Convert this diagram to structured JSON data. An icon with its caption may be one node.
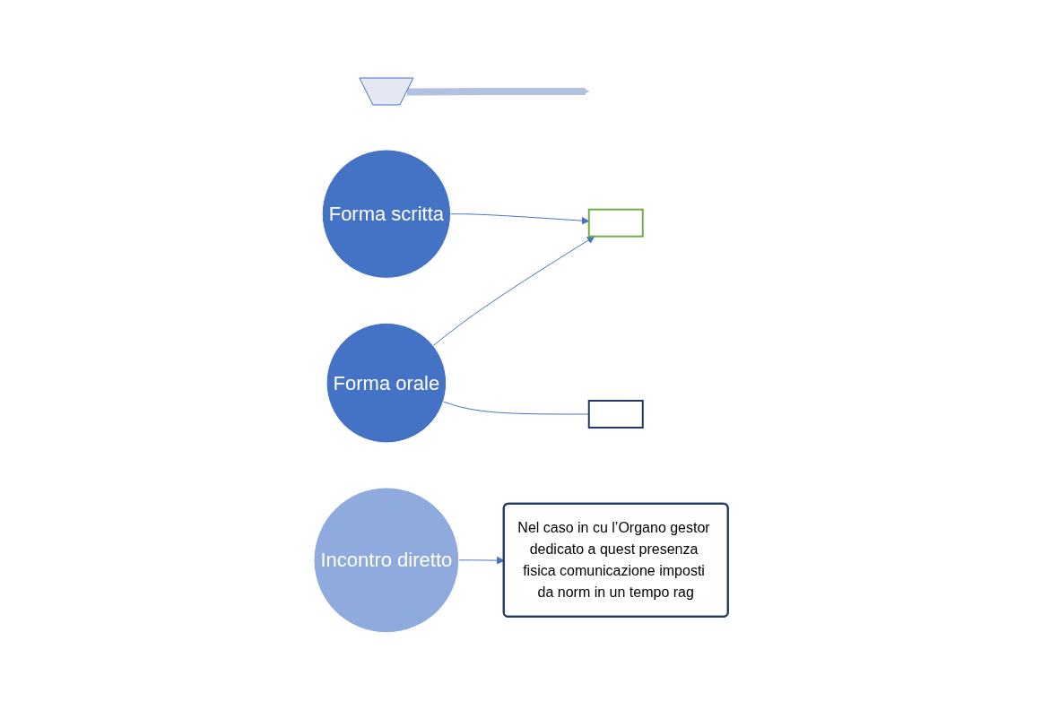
{
  "diagram": {
    "nodes": [
      {
        "text": [],
        "shape": "box"
      },
      {
        "text": [],
        "shape": "funnel"
      },
      {
        "text": [
          "Forma scritta"
        ]
      },
      {
        "text": [
          "Forma orale"
        ]
      },
      {
        "text": [
          "Incontro diretto"
        ]
      },
      {
        "text": [],
        "shape": "box"
      },
      {
        "text": [
          "Nel caso in cu l’Organo gestor dedicato a quest presenza fisica comunicazione imposti da norm in un tempo rag"
        ]
      }
    ],
    "edges": [
      {
        "from": 3,
        "to": 0,
        "arrow": "to"
      },
      {
        "from": 2,
        "to": 0,
        "arrow": "to"
      },
      {
        "from": 3,
        "to": 5,
        "arrow": "none"
      },
      {
        "from": 4,
        "to": 6,
        "arrow": "to"
      },
      {
        "from": 1,
        "to": null,
        "arrow": "to",
        "style": "thick",
        "color": "#b4c0e0"
      }
    ]
  }
}
